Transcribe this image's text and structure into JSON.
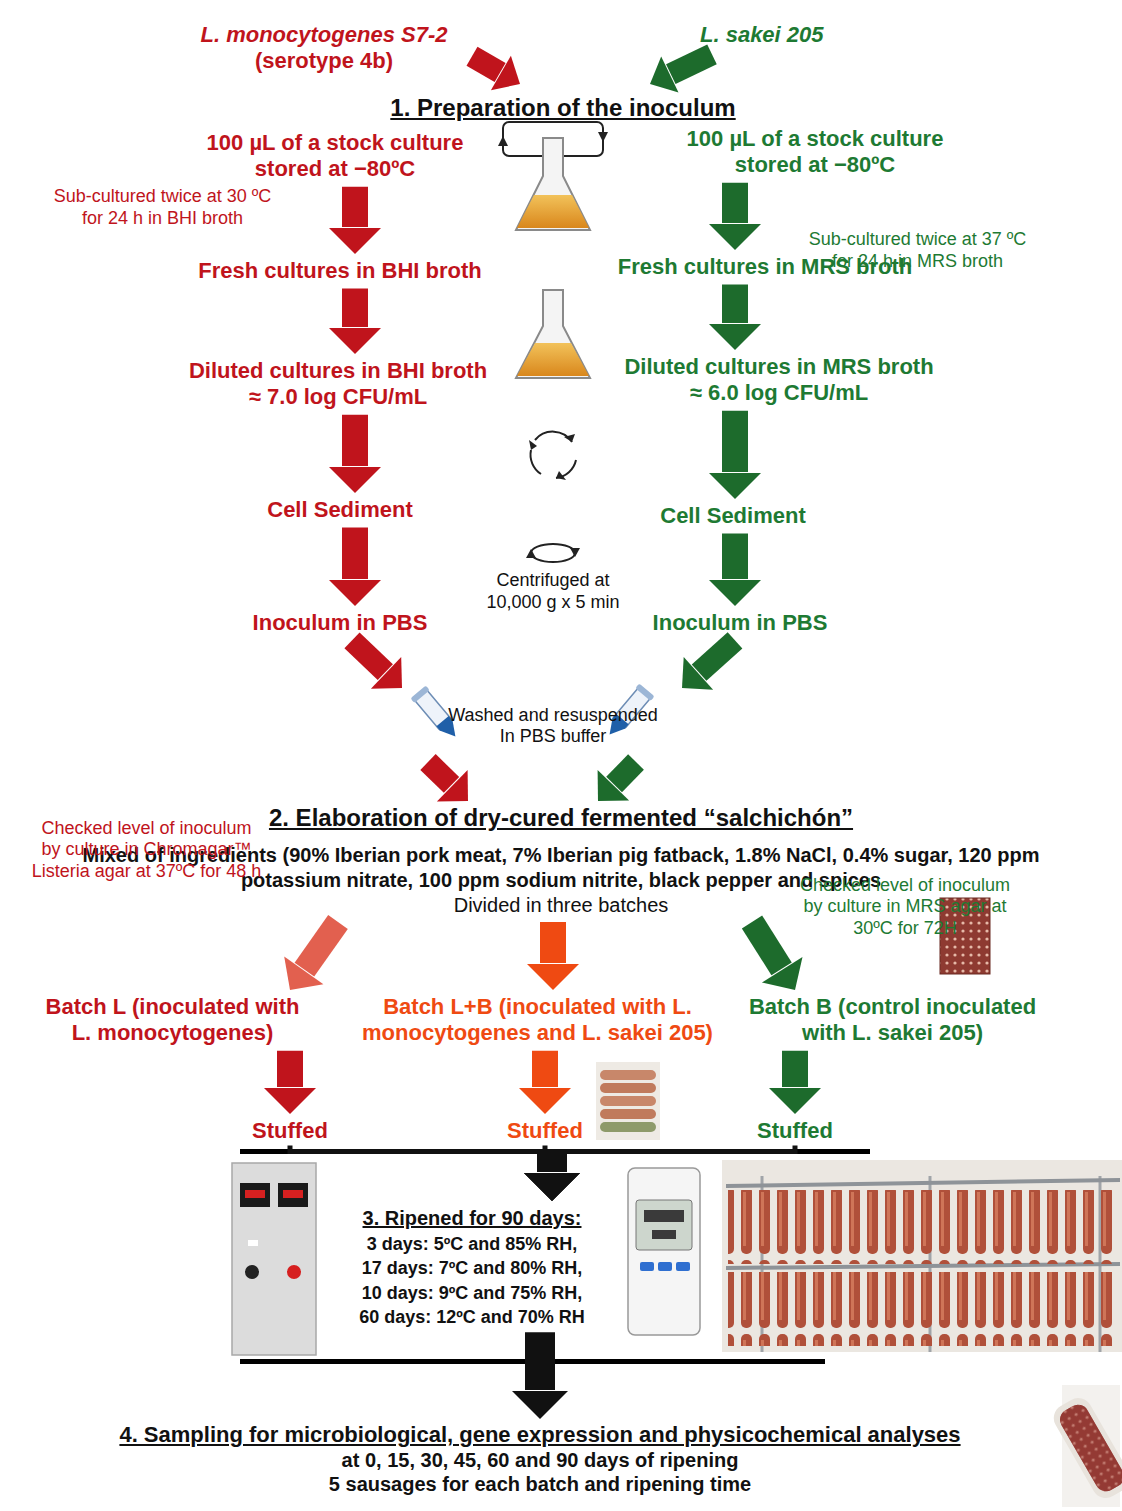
{
  "diagram": {
    "nodes": [
      {
        "text": [
          "L. monocytogenes S7-2",
          "(serotype 4b)"
        ]
      },
      {
        "text": [
          "L. sakei 205"
        ]
      },
      {
        "text": [
          "1. Preparation of the inoculum"
        ]
      },
      {
        "text": [
          "100 µL of a stock culture stored at −80ºC"
        ]
      },
      {
        "text": [
          "100 µL of a stock culture stored at −80ºC"
        ]
      },
      {
        "text": [
          "Fresh cultures in BHI broth"
        ]
      },
      {
        "text": [
          "Fresh cultures in MRS broth"
        ]
      },
      {
        "text": [
          "Diluted cultures in BHI broth ≈ 7.0 log CFU/mL"
        ]
      },
      {
        "text": [
          "Diluted cultures in MRS broth ≈ 6.0 log CFU/mL"
        ]
      },
      {
        "text": [
          "Cell Sediment"
        ]
      },
      {
        "text": [
          "Cell Sediment"
        ]
      },
      {
        "text": [
          "Inoculum in PBS"
        ]
      },
      {
        "text": [
          "Inoculum in PBS"
        ]
      },
      {
        "text": [
          "2. Elaboration of dry-cured fermented “salchichón”"
        ]
      },
      {
        "text": [
          "Mixed of ingredients (90% Iberian pork meat, 7% Iberian pig fatback, 1.8% NaCl, 0.4% sugar, 120 ppm potassium nitrate, 100 ppm sodium nitrite, black pepper and spices",
          "Divided in three batches"
        ]
      },
      {
        "text": [
          "Batch L (inoculated with L. monocytogenes)"
        ]
      },
      {
        "text": [
          "Batch L+B (inoculated with L. monocytogenes and L. sakei 205)"
        ]
      },
      {
        "text": [
          "Batch B (control inoculated with L. sakei 205)"
        ]
      },
      {
        "text": [
          "Stuffed"
        ]
      },
      {
        "text": [
          "Stuffed"
        ]
      },
      {
        "text": [
          "Stuffed"
        ]
      },
      {
        "text": [
          "3. Ripened for 90 days:",
          "3 days: 5ºC and 85% RH,",
          "17 days: 7ºC and 80% RH,",
          "10 days: 9ºC and 75% RH,",
          "60 days: 12ºC and 70% RH"
        ]
      },
      {
        "text": [
          "4. Sampling for microbiological, gene expression and physicochemical analyses",
          "at 0, 15, 30, 45, 60 and 90 days of ripening",
          "5 sausages for each batch and ripening time"
        ]
      }
    ],
    "edges": [
      {
        "from": 0,
        "to": 2,
        "arrow": "to"
      },
      {
        "from": 1,
        "to": 2,
        "arrow": "to"
      },
      {
        "from": 3,
        "to": 5,
        "arrow": "to"
      },
      {
        "from": 4,
        "to": 6,
        "arrow": "to"
      },
      {
        "from": 5,
        "to": 7,
        "arrow": "to"
      },
      {
        "from": 6,
        "to": 8,
        "arrow": "to"
      },
      {
        "from": 7,
        "to": 9,
        "arrow": "to"
      },
      {
        "from": 8,
        "to": 10,
        "arrow": "to"
      },
      {
        "from": 9,
        "to": 11,
        "arrow": "to"
      },
      {
        "from": 10,
        "to": 12,
        "arrow": "to"
      },
      {
        "from": 11,
        "to": 13,
        "arrow": "to"
      },
      {
        "from": 12,
        "to": 13,
        "arrow": "to"
      },
      {
        "from": 14,
        "to": 15,
        "arrow": "to"
      },
      {
        "from": 14,
        "to": 16,
        "arrow": "to"
      },
      {
        "from": 14,
        "to": 17,
        "arrow": "to"
      },
      {
        "from": 15,
        "to": 18,
        "arrow": "to"
      },
      {
        "from": 16,
        "to": 19,
        "arrow": "to"
      },
      {
        "from": 17,
        "to": 20,
        "arrow": "to"
      },
      {
        "from": 18,
        "to": 21,
        "arrow": "to"
      },
      {
        "from": 19,
        "to": 21,
        "arrow": "to"
      },
      {
        "from": 20,
        "to": 21,
        "arrow": "to"
      },
      {
        "from": 21,
        "to": 22,
        "arrow": "to"
      }
    ],
    "labels": [
      "Sub-cultured twice at 30 ºC for 24 h in BHI broth",
      "Sub-cultured twice at 37 ºC for 24 h in MRS broth",
      "Centrifuged at 10,000 g x 5 min",
      "Washed and resuspended In PBS buffer",
      "Checked level of inoculum by culture in Chromagar™ Listeria agar at 37ºC for 48 h",
      "Checked level of inoculum by culture in MRS agar at 30ºC for 72H"
    ]
  }
}
